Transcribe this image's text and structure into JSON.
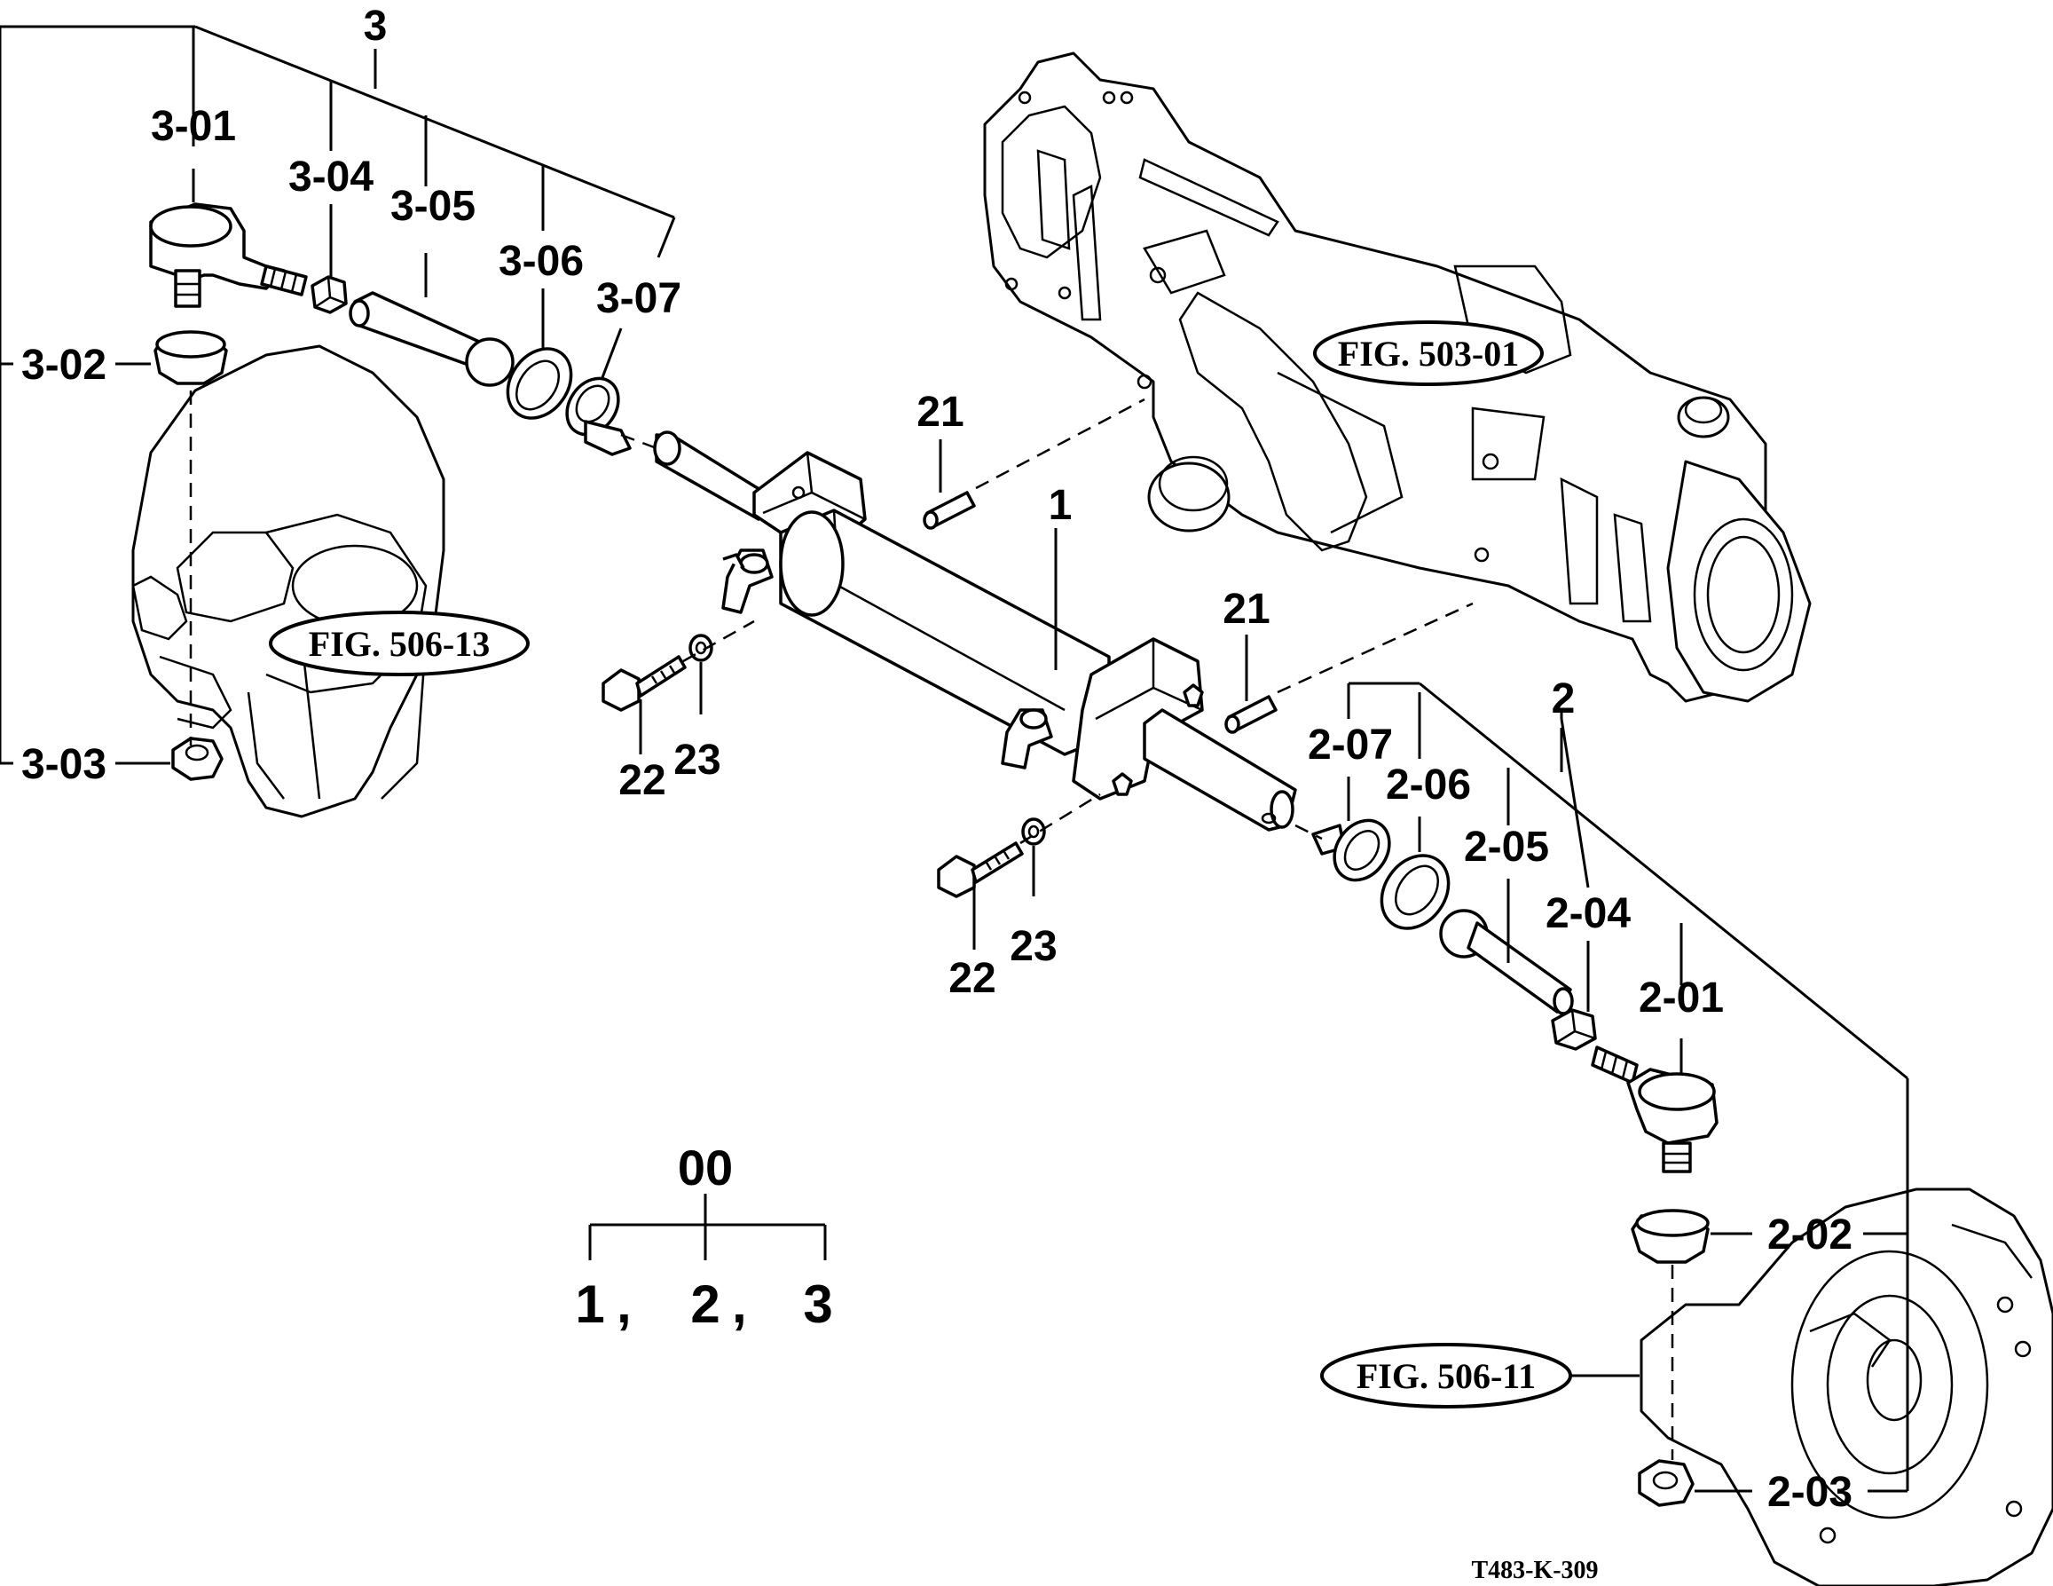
{
  "labels": {
    "group3": "3",
    "p3_01": "3-01",
    "p3_02": "3-02",
    "p3_03": "3-03",
    "p3_04": "3-04",
    "p3_05": "3-05",
    "p3_06": "3-06",
    "p3_07": "3-07",
    "group2": "2",
    "p2_01": "2-01",
    "p2_02": "2-02",
    "p2_03": "2-03",
    "p2_04": "2-04",
    "p2_05": "2-05",
    "p2_06": "2-06",
    "p2_07": "2-07",
    "part1": "1",
    "part21_top": "21",
    "part21_bottom": "21",
    "part22_left": "22",
    "part22_right": "22",
    "part23_left": "23",
    "part23_right": "23"
  },
  "figure_refs": {
    "fig_503": "FIG. 503-01",
    "fig_506_13": "FIG. 506-13",
    "fig_506_11": "FIG. 506-11"
  },
  "assembly_legend": {
    "root": "00",
    "children": [
      "1",
      "2",
      "3"
    ],
    "separator": ","
  },
  "drawing_code": "T483-K-309"
}
